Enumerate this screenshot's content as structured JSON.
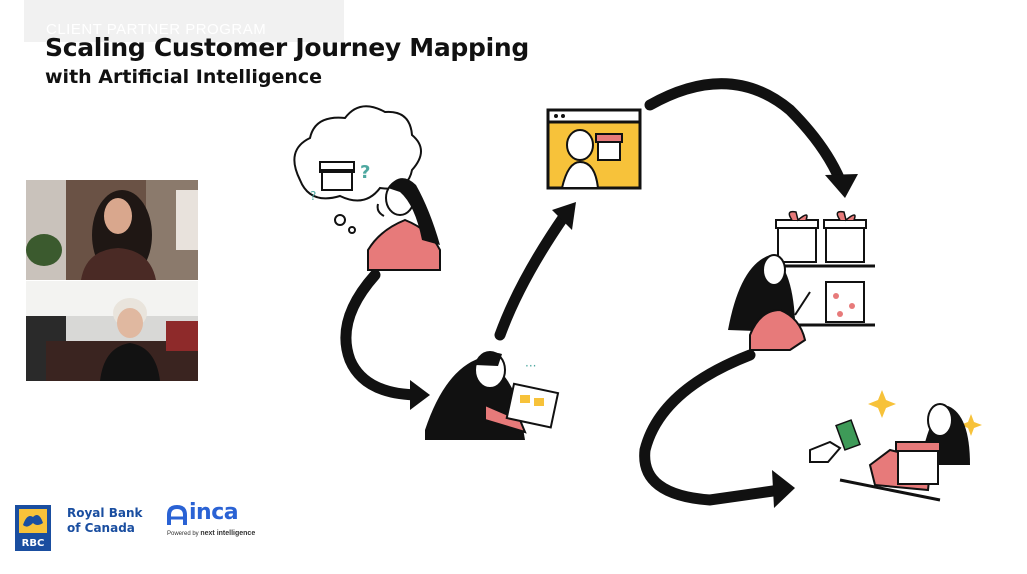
{
  "banner": {
    "program": "CLIENT PARTNER PROGRAM"
  },
  "slide": {
    "title": "Scaling Customer Journey Mapping",
    "subtitle": "with Artificial Intelligence"
  },
  "participants": [
    {
      "name": ""
    },
    {
      "name": ""
    }
  ],
  "logos": {
    "rbc_line1": "Royal Bank",
    "rbc_line2": "of Canada",
    "rbc_shield_text": "RBC",
    "inca_word": "inca",
    "inca_powered": "Powered by",
    "inca_powered_brand": "next intelligence"
  },
  "colors": {
    "accent_yellow": "#f7c23a",
    "skin_pink": "#e77a7a",
    "ink": "#111111",
    "rbc_blue": "#1a4ea0",
    "inca_blue": "#2a62d4"
  }
}
